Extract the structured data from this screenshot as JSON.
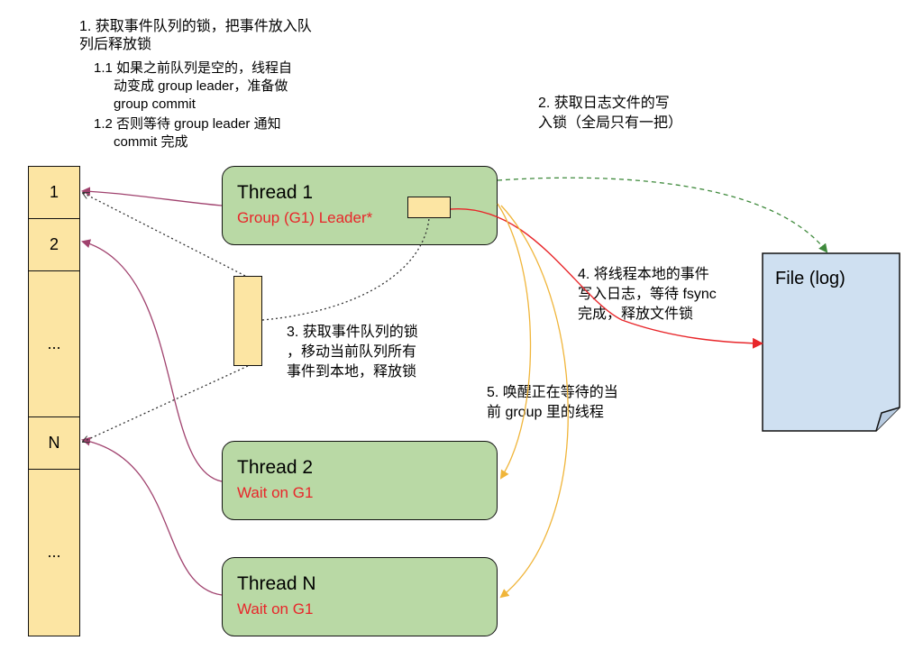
{
  "notes": {
    "step1_line1": "1. 获取事件队列的锁，把事件放入队",
    "step1_line2": "列后释放锁",
    "step1_1_line1": "1.1 如果之前队列是空的，线程自",
    "step1_1_line2": "动变成 group leader，准备做",
    "step1_1_line3": "group commit",
    "step1_2_line1": "1.2 否则等待 group leader 通知",
    "step1_2_line2": "commit 完成",
    "step2_line1": "2. 获取日志文件的写",
    "step2_line2": "入锁（全局只有一把）",
    "step3_line1": "3. 获取事件队列的锁",
    "step3_line2": "，移动当前队列所有",
    "step3_line3": "事件到本地，释放锁",
    "step4_line1": "4. 将线程本地的事件",
    "step4_line2": "写入日志，等待 fsync",
    "step4_line3": "完成，释放文件锁",
    "step5_line1": "5. 唤醒正在等待的当",
    "step5_line2": "前 group 里的线程"
  },
  "queue": {
    "slots": [
      "1",
      "2",
      "...",
      "N",
      "..."
    ]
  },
  "threads": {
    "t1": {
      "title": "Thread 1",
      "status": "Group (G1) Leader*"
    },
    "t2": {
      "title": "Thread 2",
      "status": "Wait on G1"
    },
    "tn": {
      "title": "Thread N",
      "status": "Wait on G1"
    }
  },
  "file": {
    "label": "File (log)"
  },
  "colors": {
    "queue_fill": "#fce5a3",
    "thread_fill": "#b9d9a5",
    "file_fill": "#cfe0f1",
    "status_text": "#e8262a",
    "enqueue_arrow": "#a0426e",
    "write_arrow": "#e8262a",
    "wake_arrow": "#f0b53a",
    "lock_arrow": "#3f8a3c"
  }
}
